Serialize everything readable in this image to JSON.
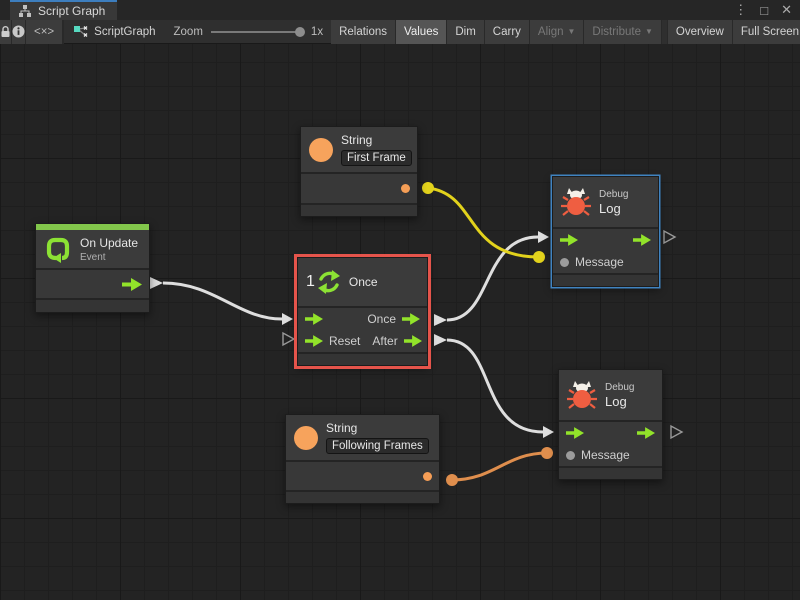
{
  "window": {
    "title": "Script Graph",
    "controls": {
      "kebab": "⋮",
      "maximize": "□",
      "close": "✕"
    }
  },
  "toolbar": {
    "code_glyph": "<×>",
    "graph_name": "ScriptGraph",
    "zoom_label": "Zoom",
    "zoom_value": "1x",
    "caret": "▼",
    "buttons": [
      {
        "id": "relations",
        "label": "Relations",
        "state": "normal"
      },
      {
        "id": "values",
        "label": "Values",
        "state": "active"
      },
      {
        "id": "dim",
        "label": "Dim",
        "state": "normal"
      },
      {
        "id": "carry",
        "label": "Carry",
        "state": "normal"
      },
      {
        "id": "align",
        "label": "Align",
        "state": "disabled",
        "dropdown": true
      },
      {
        "id": "distribute",
        "label": "Distribute",
        "state": "disabled",
        "dropdown": true
      },
      {
        "id": "overview",
        "label": "Overview",
        "state": "normal"
      },
      {
        "id": "fullscreen",
        "label": "Full Screen",
        "state": "normal"
      }
    ]
  },
  "nodes": {
    "string_first": {
      "type": "String",
      "value": "First Frame"
    },
    "on_update": {
      "title": "On Update",
      "subtitle": "Event"
    },
    "once": {
      "icon_number": "1",
      "title": "Once",
      "out_label": "Once",
      "reset_label": "Reset",
      "after_label": "After",
      "selected": true
    },
    "debug_top": {
      "category": "Debug",
      "title": "Log",
      "message": "Message",
      "selected": true
    },
    "debug_bottom": {
      "category": "Debug",
      "title": "Log",
      "message": "Message"
    },
    "string_following": {
      "type": "String",
      "value": "Following Frames"
    }
  },
  "colors": {
    "flow_green": "#92e32a",
    "event_green": "#82c64b",
    "string_orange": "#f7a35c",
    "wire_orange": "#df8e4d",
    "wire_yellow": "#e2d21c",
    "wire_white": "#dedede",
    "bug_red": "#ef5e41",
    "selection_red": "#e5544b",
    "selection_blue": "#4083c0"
  }
}
